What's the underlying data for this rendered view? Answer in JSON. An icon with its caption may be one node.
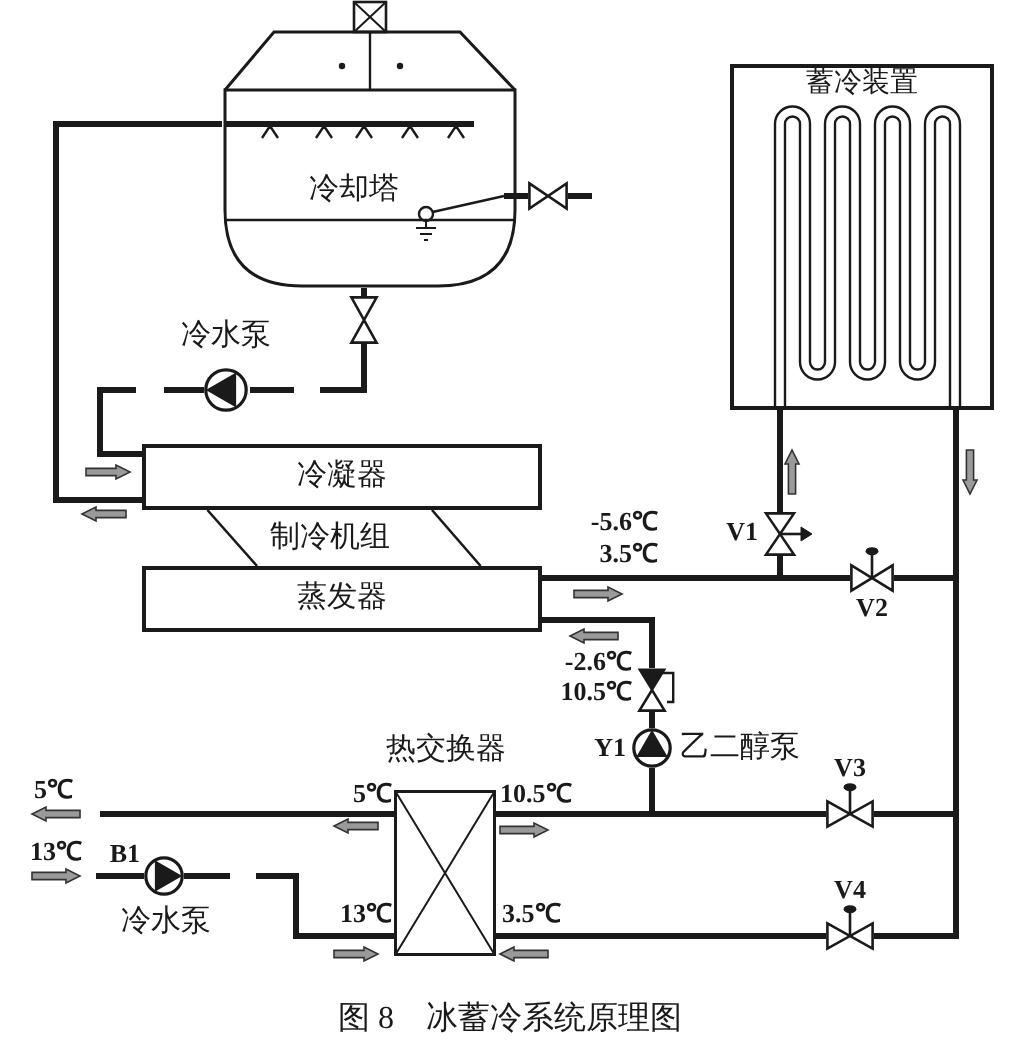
{
  "diagram": {
    "caption": "图 8　冰蓄冷系统原理图",
    "nodes": [
      {
        "text": [
          "冷却塔"
        ]
      },
      {
        "text": [],
        "shape": "valve"
      },
      {
        "text": [
          "蓄冷装置"
        ]
      },
      {
        "text": [],
        "shape": "valve"
      },
      {
        "text": [
          "冷水泵"
        ]
      },
      {
        "text": [
          "冷凝器"
        ]
      },
      {
        "text": [
          "制冷机组"
        ]
      },
      {
        "text": [
          "V1"
        ]
      },
      {
        "text": [
          "蒸发器"
        ]
      },
      {
        "text": [
          "V2"
        ]
      },
      {
        "text": [],
        "shape": "valve"
      },
      {
        "text": [
          "Y1",
          "乙二醇泵"
        ]
      },
      {
        "text": [
          "热交换器"
        ]
      },
      {
        "text": [
          "V3"
        ]
      },
      {
        "text": [
          "B1",
          "冷水泵"
        ]
      },
      {
        "text": [
          "V4"
        ]
      }
    ],
    "edges": [
      {
        "from": 5,
        "to": 0,
        "arrow": "none"
      },
      {
        "from": 0,
        "to": 3,
        "arrow": "none"
      },
      {
        "from": 3,
        "to": 4,
        "arrow": "none",
        "style": "dashed"
      },
      {
        "from": 4,
        "to": 5,
        "arrow": "none",
        "style": "dashed"
      },
      {
        "from": null,
        "to": 1,
        "arrow": "none"
      },
      {
        "from": 1,
        "to": 0,
        "arrow": "none"
      },
      {
        "from": 8,
        "to": 7,
        "arrow": "none"
      },
      {
        "from": 8,
        "to": 9,
        "arrow": "none"
      },
      {
        "from": 7,
        "to": 2,
        "arrow": "none"
      },
      {
        "from": 9,
        "to": 13,
        "arrow": "none"
      },
      {
        "from": 9,
        "to": 15,
        "arrow": "none"
      },
      {
        "from": 2,
        "to": 13,
        "arrow": "none"
      },
      {
        "from": 2,
        "to": 15,
        "arrow": "none"
      },
      {
        "from": 13,
        "to": 12,
        "arrow": "none"
      },
      {
        "from": 12,
        "to": 11,
        "arrow": "none"
      },
      {
        "from": 11,
        "to": 10,
        "arrow": "none"
      },
      {
        "from": 10,
        "to": 8,
        "arrow": "none"
      },
      {
        "from": 15,
        "to": 12,
        "arrow": "none"
      },
      {
        "from": 12,
        "to": null,
        "arrow": "none"
      },
      {
        "from": null,
        "to": 14,
        "arrow": "none"
      },
      {
        "from": 14,
        "to": 12,
        "arrow": "none",
        "style": "dashed"
      }
    ],
    "labels": [
      "-5.6℃",
      "3.5℃",
      "-2.6℃",
      "10.5℃",
      "5℃",
      "5℃",
      "10.5℃",
      "13℃",
      "13℃",
      "3.5℃"
    ]
  }
}
